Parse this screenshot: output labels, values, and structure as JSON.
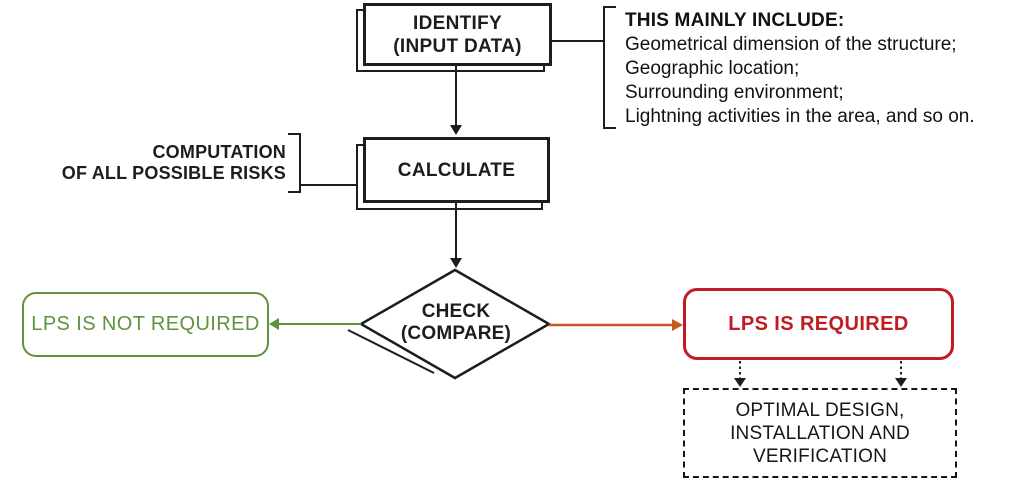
{
  "colors": {
    "ink": "#1d1d1d",
    "green": "#60923f",
    "red": "#bf1d23",
    "orange": "#c35c1d",
    "paper": "#ffffff"
  },
  "flowchart": {
    "identify": {
      "line1": "IDENTIFY",
      "line2": "(INPUT DATA)"
    },
    "identify_note": {
      "heading": "THIS MAINLY INCLUDE:",
      "items": [
        "Geometrical dimension of the structure;",
        "Geographic location;",
        "Surrounding environment;",
        "Lightning activities in the area, and so on."
      ]
    },
    "calculate": {
      "label": "CALCULATE"
    },
    "calculate_note": {
      "line1": "COMPUTATION",
      "line2": "OF ALL POSSIBLE RISKS"
    },
    "check": {
      "line1": "CHECK",
      "line2": "(COMPARE)"
    },
    "lps_not_required": {
      "label": "LPS IS NOT REQUIRED"
    },
    "lps_required": {
      "label": "LPS IS REQUIRED"
    },
    "optimal": {
      "line1": "OPTIMAL DESIGN,",
      "line2": "INSTALLATION AND",
      "line3": "VERIFICATION"
    }
  }
}
